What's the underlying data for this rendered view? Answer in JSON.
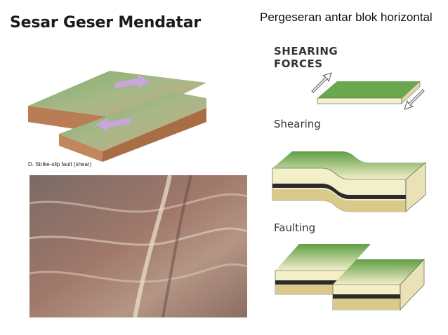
{
  "title": "Sesar Geser Mendatar",
  "subtitle": "Pergeseran antar blok horizontal",
  "figure_caption": "D. Strike-slip fault (shear)",
  "labels": {
    "shearing_forces_line1": "SHEARING",
    "shearing_forces_line2": "FORCES",
    "shearing": "Shearing",
    "faulting": "Faulting"
  },
  "colors": {
    "green_top": "#6aa84f",
    "cream_layer": "#f3efc9",
    "dark_layer": "#2a2a2a",
    "tan_layer": "#d9c98a"
  }
}
